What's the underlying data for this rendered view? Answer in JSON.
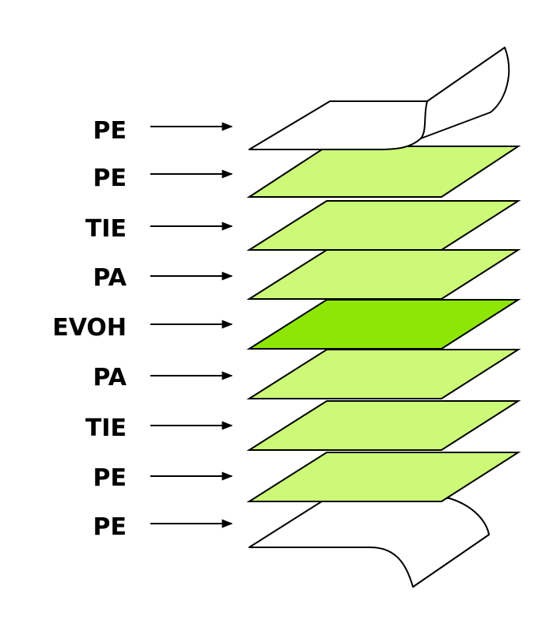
{
  "diagram": {
    "colors": {
      "light_green": "#ccfa78",
      "bright_green": "#8ee607",
      "outline": "#000000",
      "white": "#ffffff"
    },
    "layers": [
      {
        "label": "PE",
        "fill": "white",
        "kind": "curled-top"
      },
      {
        "label": "PE",
        "fill": "light_green",
        "kind": "sheet"
      },
      {
        "label": "TIE",
        "fill": "light_green",
        "kind": "sheet"
      },
      {
        "label": "PA",
        "fill": "light_green",
        "kind": "sheet"
      },
      {
        "label": "EVOH",
        "fill": "bright_green",
        "kind": "sheet"
      },
      {
        "label": "PA",
        "fill": "light_green",
        "kind": "sheet"
      },
      {
        "label": "TIE",
        "fill": "light_green",
        "kind": "sheet"
      },
      {
        "label": "PE",
        "fill": "light_green",
        "kind": "sheet"
      },
      {
        "label": "PE",
        "fill": "white",
        "kind": "curled-bottom"
      }
    ]
  }
}
